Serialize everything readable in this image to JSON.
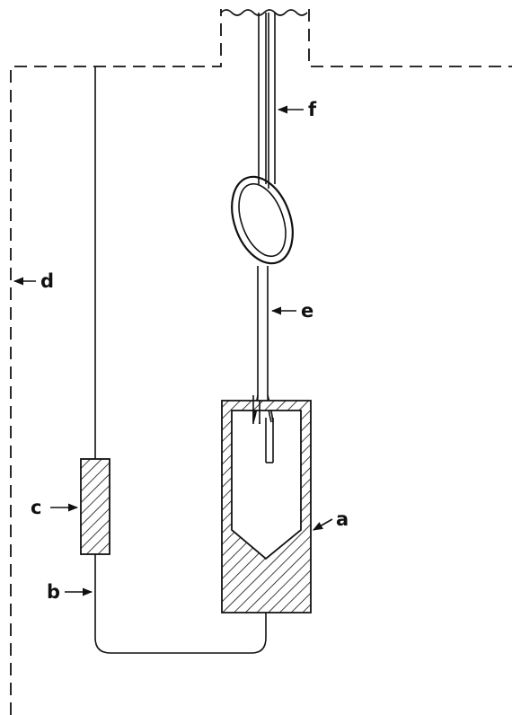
{
  "labels": {
    "a": "a",
    "b": "b",
    "c": "c",
    "d": "d",
    "e": "e",
    "f": "f"
  },
  "colors": {
    "ink": "#111111",
    "background": "#ffffff"
  }
}
